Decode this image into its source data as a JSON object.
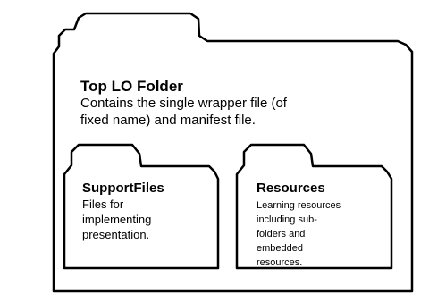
{
  "top_folder": {
    "title": "Top LO Folder",
    "description_lines": [
      "Contains the single wrapper file (of",
      "fixed name) and manifest file."
    ]
  },
  "support_files": {
    "title": "SupportFiles",
    "description_lines": [
      "Files for",
      "implementing",
      "presentation."
    ]
  },
  "resources": {
    "title": "Resources",
    "description_lines": [
      "Learning resources",
      "including sub-",
      "folders and",
      "embedded",
      "resources."
    ]
  },
  "colors": {
    "outline": "#000000",
    "fill": "#ffffff"
  }
}
